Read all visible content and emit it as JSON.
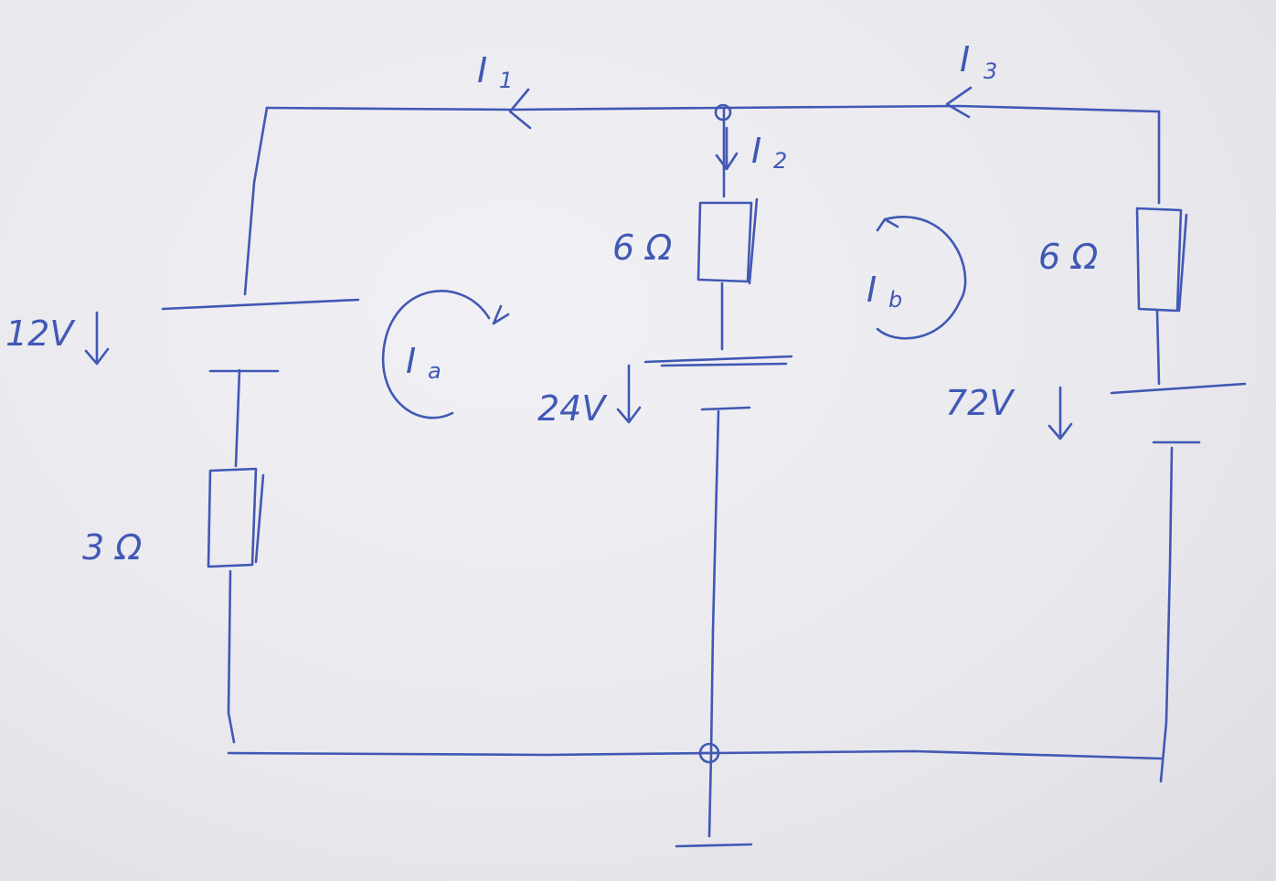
{
  "colors": {
    "ink": "#4158b4",
    "paper": "#ececf1"
  },
  "currents": {
    "i1": {
      "main": "I",
      "sub": "1"
    },
    "i2": {
      "main": "I",
      "sub": "2"
    },
    "i3": {
      "main": "I",
      "sub": "3"
    }
  },
  "loops": {
    "a": {
      "main": "I",
      "sub": "a"
    },
    "b": {
      "main": "I",
      "sub": "b"
    }
  },
  "sources": {
    "left": "12V",
    "middle": "24V",
    "right": "72V"
  },
  "resistors": {
    "left": "3 Ω",
    "middle": "6 Ω",
    "right": "6 Ω"
  }
}
